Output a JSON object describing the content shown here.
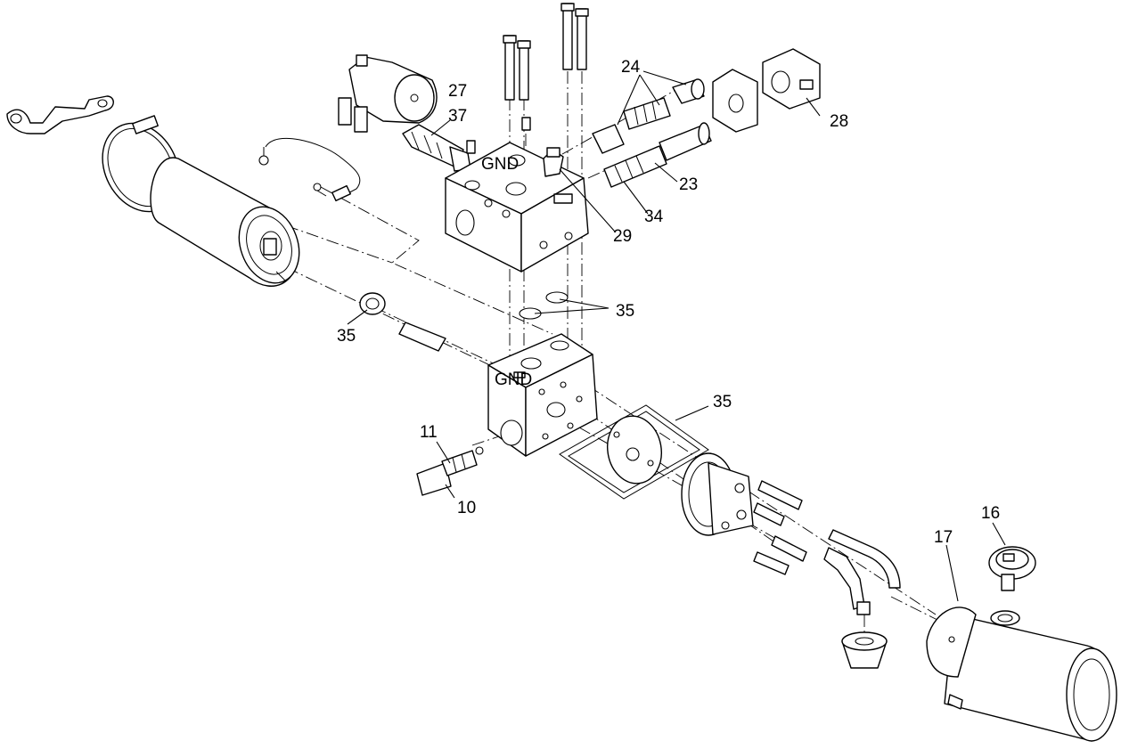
{
  "callouts": {
    "c24": "24",
    "c27": "27",
    "c37": "37",
    "c28": "28",
    "c23": "23",
    "c34": "34",
    "c29": "29",
    "c35_top": "35",
    "c35_left": "35",
    "c35_right": "35",
    "c11": "11",
    "c10": "10",
    "c16": "16",
    "c17": "17"
  }
}
